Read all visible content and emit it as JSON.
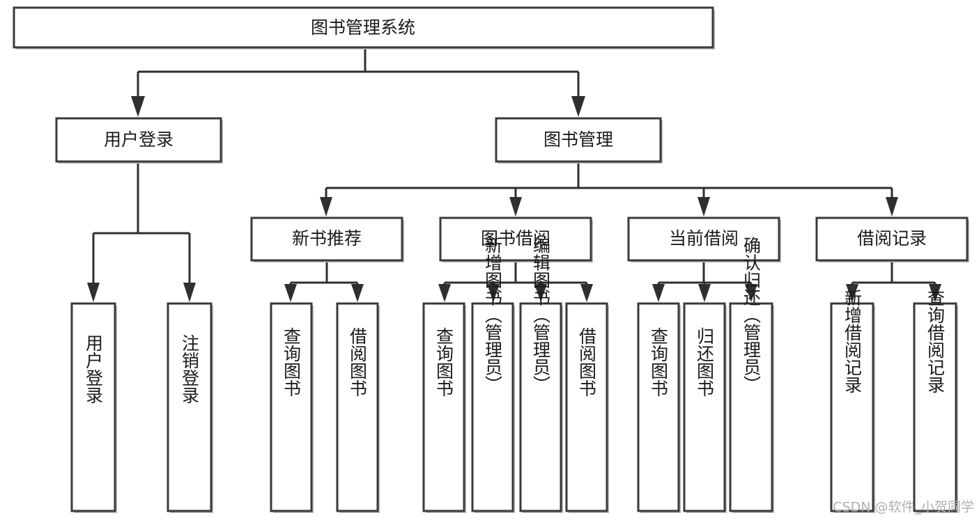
{
  "diagram": {
    "title": "图书管理系统",
    "type": "tree-hierarchy",
    "watermark": "CSDN @软件_小贺同学",
    "root": {
      "id": "root",
      "label": "图书管理系统"
    },
    "level1": [
      {
        "id": "user-login",
        "label": "用户登录"
      },
      {
        "id": "book-manage",
        "label": "图书管理"
      }
    ],
    "level2": [
      {
        "id": "new-book-recommend",
        "label": "新书推荐",
        "parent": "book-manage"
      },
      {
        "id": "book-borrow",
        "label": "图书借阅",
        "parent": "book-manage"
      },
      {
        "id": "current-borrow",
        "label": "当前借阅",
        "parent": "book-manage"
      },
      {
        "id": "borrow-record",
        "label": "借阅记录",
        "parent": "book-manage"
      }
    ],
    "leaves": [
      {
        "id": "leaf-user-login",
        "label": "用户登录",
        "parent": "user-login"
      },
      {
        "id": "leaf-logout-login",
        "label": "注销登录",
        "parent": "user-login"
      },
      {
        "id": "leaf-query-book-1",
        "label": "查询图书",
        "parent": "new-book-recommend"
      },
      {
        "id": "leaf-borrow-book-1",
        "label": "借阅图书",
        "parent": "new-book-recommend"
      },
      {
        "id": "leaf-query-book-2",
        "label": "查询图书",
        "parent": "book-borrow"
      },
      {
        "id": "leaf-add-book",
        "label": "新增图书（管理员）",
        "parent": "book-borrow"
      },
      {
        "id": "leaf-edit-book",
        "label": "编辑图书（管理员）",
        "parent": "book-borrow"
      },
      {
        "id": "leaf-borrow-book-2",
        "label": "借阅图书",
        "parent": "book-borrow"
      },
      {
        "id": "leaf-query-book-3",
        "label": "查询图书",
        "parent": "current-borrow"
      },
      {
        "id": "leaf-return-book",
        "label": "归还图书",
        "parent": "current-borrow"
      },
      {
        "id": "leaf-confirm-return",
        "label": "确认归还（管理员）",
        "parent": "current-borrow"
      },
      {
        "id": "leaf-add-record",
        "label": "新增借阅记录",
        "parent": "borrow-record"
      },
      {
        "id": "leaf-query-record",
        "label": "查询借阅记录",
        "parent": "borrow-record"
      }
    ],
    "colors": {
      "box_fill": "#ffffff",
      "box_stroke": "#3a3a3a",
      "connector": "#2f2f2f",
      "text": "#1a1a1a",
      "watermark": "#b0b0b0",
      "background": "#ffffff"
    }
  }
}
